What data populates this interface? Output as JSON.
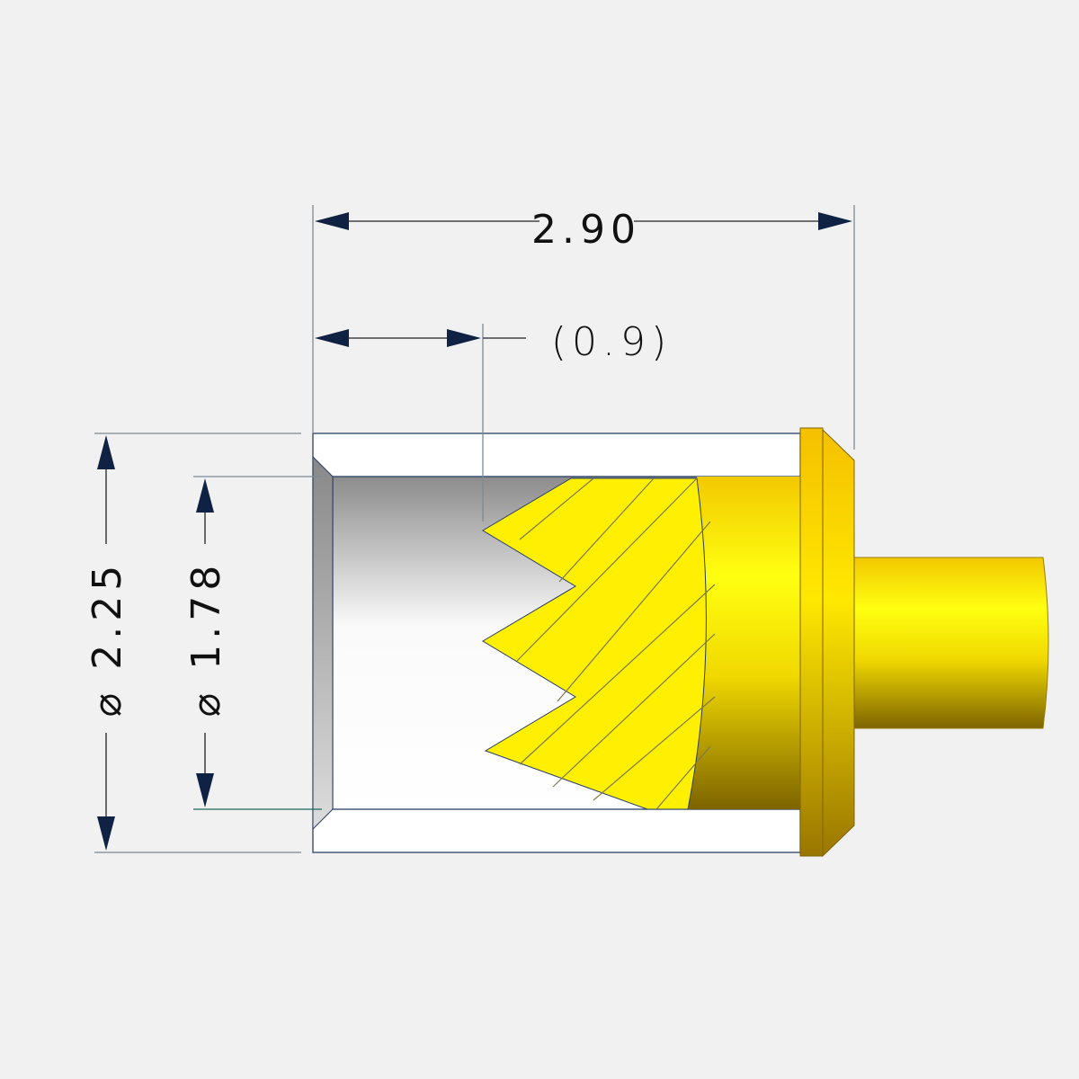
{
  "dimensions": {
    "overall_length": "2.90",
    "reference_length": "(0.9)",
    "outer_diameter": "⌀ 2.25",
    "inner_diameter": "⌀ 1.78"
  },
  "colors": {
    "background": "#f1f1f1",
    "sleeve": "#ffffff",
    "gold": "#ffee00",
    "gold_dark": "#8a6d00",
    "line": "#2a3f66"
  }
}
